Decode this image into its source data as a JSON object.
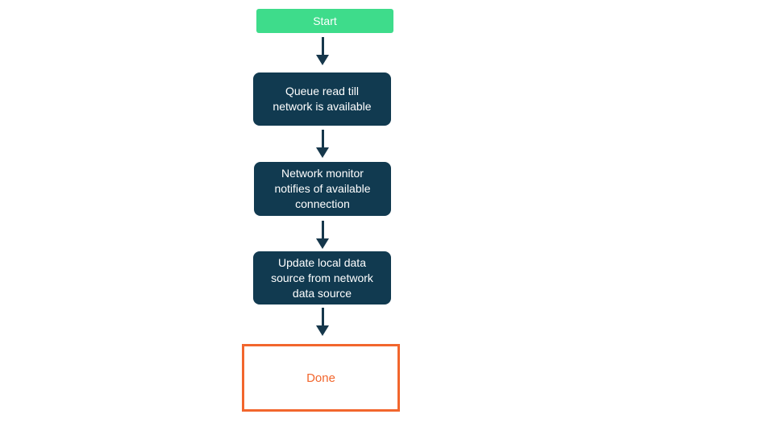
{
  "flowchart": {
    "nodes": {
      "start": {
        "label": "Start"
      },
      "queue": {
        "label": "Queue read till\nnetwork is available"
      },
      "monitor": {
        "label": "Network monitor\nnotifies of available\nconnection"
      },
      "update": {
        "label": "Update local data\nsource from network\ndata source"
      },
      "done": {
        "label": "Done"
      }
    },
    "colors": {
      "canvas-bg": "#FFFFFF",
      "start-bg": "#3EDC8B",
      "process-bg": "#113A50",
      "node-text": "#FFFFFF",
      "arrow": "#16374B",
      "done-border": "#F2662D",
      "done-text": "#F2662D"
    }
  }
}
